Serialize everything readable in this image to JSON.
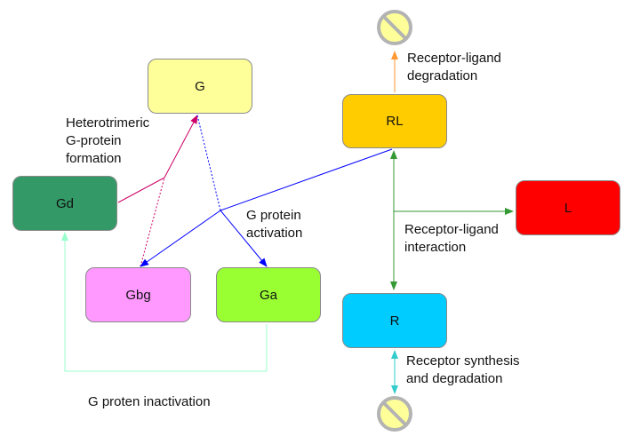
{
  "nodes": {
    "G": {
      "label": "G",
      "color": "#ffff99"
    },
    "RL": {
      "label": "RL",
      "color": "#ffcc00"
    },
    "Gd": {
      "label": "Gd",
      "color": "#339966"
    },
    "L": {
      "label": "L",
      "color": "#ff0000"
    },
    "Gbg": {
      "label": "Gbg",
      "color": "#ff99ff"
    },
    "Ga": {
      "label": "Ga",
      "color": "#99ff33"
    },
    "R": {
      "label": "R",
      "color": "#00ccff"
    }
  },
  "labels": {
    "heterotrimeric": [
      "Heterotrimeric",
      "G-protein",
      "formation"
    ],
    "activation": [
      "G protein",
      "activation"
    ],
    "inactivation": "G proten inactivation",
    "rl_degradation": [
      "Receptor-ligand",
      "degradation"
    ],
    "rl_interaction": [
      "Receptor-ligand",
      "interaction"
    ],
    "r_synthesis": [
      "Receptor synthesis",
      "and degradation"
    ]
  },
  "colors": {
    "heterotrimeric_arrow": "#cc0066",
    "activation_arrow": "#0000ff",
    "inactivation_arrow": "#99ffcc",
    "rl_degradation_arrow": "#ff9933",
    "rl_interaction_arrow": "#339933",
    "r_synthesis_arrow": "#33cccc",
    "sink": "#ffff99"
  },
  "icons": [
    "sink-symbol-top",
    "sink-symbol-bottom"
  ]
}
